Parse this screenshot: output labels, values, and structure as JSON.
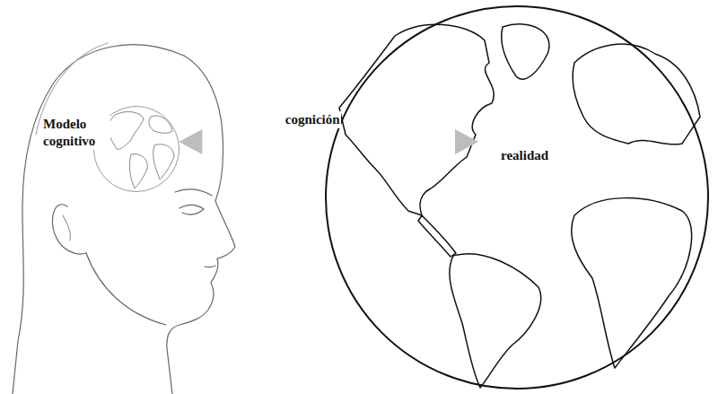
{
  "diagram": {
    "nodes": [
      {
        "text": [
          "Modelo cognitivo"
        ]
      },
      {
        "text": [
          "realidad"
        ]
      }
    ],
    "edges": [
      {
        "from": 0,
        "to": 1,
        "label": "cognición",
        "arrow": "both"
      }
    ]
  }
}
